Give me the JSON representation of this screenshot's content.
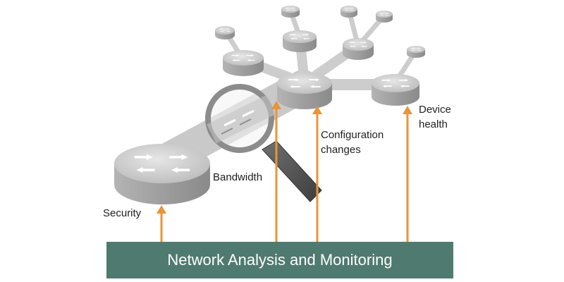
{
  "labels": {
    "security": "Security",
    "bandwidth": "Bandwidth",
    "configuration_changes_line1": "Configuration",
    "configuration_changes_line2": "changes",
    "device_health_line1": "Device",
    "device_health_line2": "health"
  },
  "banner": {
    "text": "Network Analysis and Monitoring"
  },
  "colors": {
    "arrow": "#e8943a",
    "banner": "#4f7a70",
    "router_body": "#a9a9a9",
    "router_top": "#d3d3d3",
    "link": "#c8c8c8"
  },
  "icons": [
    "router-icon",
    "magnifying-glass-icon",
    "arrow-up-icon"
  ]
}
